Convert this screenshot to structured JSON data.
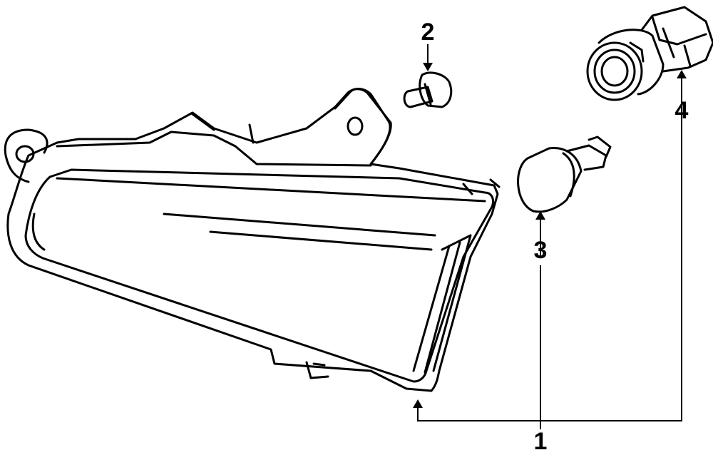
{
  "callouts": {
    "c1": "1",
    "c2": "2",
    "c3": "3",
    "c4": "4"
  },
  "parts": [
    {
      "number": "1",
      "depicts": "lamp-housing"
    },
    {
      "number": "2",
      "depicts": "mounting-screw"
    },
    {
      "number": "3",
      "depicts": "bulb"
    },
    {
      "number": "4",
      "depicts": "bulb-socket"
    }
  ],
  "colors": {
    "line": "#000000",
    "background": "#ffffff"
  }
}
